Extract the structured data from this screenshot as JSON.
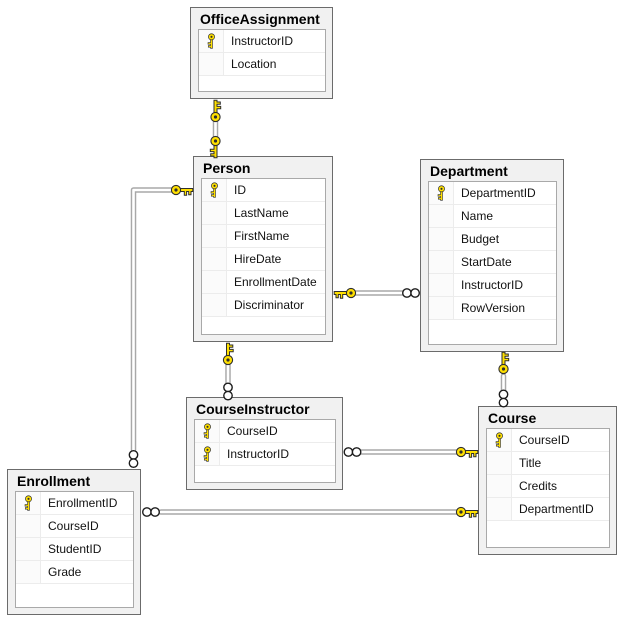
{
  "tables": [
    {
      "id": "office_assignment",
      "title": "OfficeAssignment",
      "columns": [
        {
          "name": "InstructorID",
          "is_key": true
        },
        {
          "name": "Location",
          "is_key": false
        }
      ]
    },
    {
      "id": "person",
      "title": "Person",
      "columns": [
        {
          "name": "ID",
          "is_key": true
        },
        {
          "name": "LastName",
          "is_key": false
        },
        {
          "name": "FirstName",
          "is_key": false
        },
        {
          "name": "HireDate",
          "is_key": false
        },
        {
          "name": "EnrollmentDate",
          "is_key": false
        },
        {
          "name": "Discriminator",
          "is_key": false
        }
      ]
    },
    {
      "id": "department",
      "title": "Department",
      "columns": [
        {
          "name": "DepartmentID",
          "is_key": true
        },
        {
          "name": "Name",
          "is_key": false
        },
        {
          "name": "Budget",
          "is_key": false
        },
        {
          "name": "StartDate",
          "is_key": false
        },
        {
          "name": "InstructorID",
          "is_key": false
        },
        {
          "name": "RowVersion",
          "is_key": false
        }
      ]
    },
    {
      "id": "course_instructor",
      "title": "CourseInstructor",
      "columns": [
        {
          "name": "CourseID",
          "is_key": true
        },
        {
          "name": "InstructorID",
          "is_key": true
        }
      ]
    },
    {
      "id": "enrollment",
      "title": "Enrollment",
      "columns": [
        {
          "name": "EnrollmentID",
          "is_key": true
        },
        {
          "name": "CourseID",
          "is_key": false
        },
        {
          "name": "StudentID",
          "is_key": false
        },
        {
          "name": "Grade",
          "is_key": false
        }
      ]
    },
    {
      "id": "course",
      "title": "Course",
      "columns": [
        {
          "name": "CourseID",
          "is_key": true
        },
        {
          "name": "Title",
          "is_key": false
        },
        {
          "name": "Credits",
          "is_key": false
        },
        {
          "name": "DepartmentID",
          "is_key": false
        }
      ]
    }
  ],
  "relations": [
    {
      "from": "OfficeAssignment",
      "from_symbol": "key-one",
      "to": "Person",
      "to_symbol": "key-one",
      "type": "one-to-one"
    },
    {
      "from": "Person",
      "from_symbol": "key-one",
      "to": "Department",
      "to_symbol": "infinity-many",
      "type": "one-to-many"
    },
    {
      "from": "Person",
      "from_symbol": "key-one",
      "to": "CourseInstructor",
      "to_symbol": "infinity-many",
      "type": "one-to-many"
    },
    {
      "from": "Person",
      "from_symbol": "key-one",
      "to": "Enrollment",
      "to_symbol": "infinity-many",
      "type": "one-to-many"
    },
    {
      "from": "Course",
      "from_symbol": "key-one",
      "to": "CourseInstructor",
      "to_symbol": "infinity-many",
      "type": "one-to-many"
    },
    {
      "from": "Course",
      "from_symbol": "key-one",
      "to": "Enrollment",
      "to_symbol": "infinity-many",
      "type": "one-to-many"
    },
    {
      "from": "Department",
      "from_symbol": "key-one",
      "to": "Course",
      "to_symbol": "infinity-many",
      "type": "one-to-many"
    }
  ],
  "colors": {
    "key_icon": "#ffe000",
    "key_outline": "#2e2e2e",
    "table_bg": "#f1f1f1",
    "table_border": "#6b6b6b",
    "grid_bg": "#ffffff",
    "connector": "#a8a8a8",
    "canvas_bg": "#ffffff"
  }
}
